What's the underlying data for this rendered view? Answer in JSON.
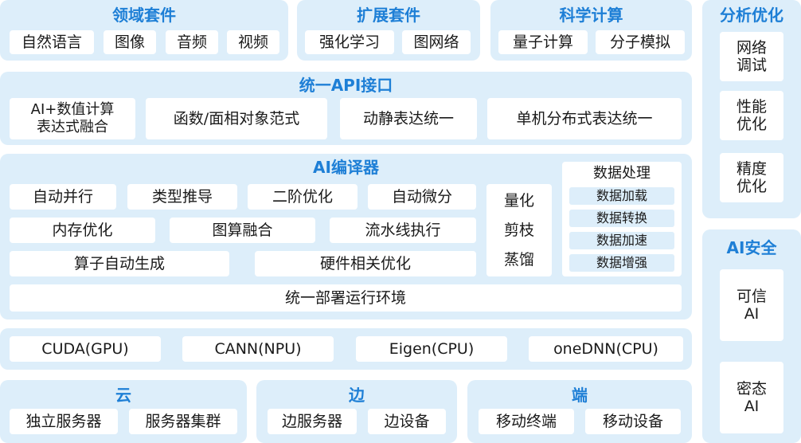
{
  "domain_suites": {
    "title": "领域套件",
    "items": [
      "自然语言",
      "图像",
      "音频",
      "视频"
    ]
  },
  "extension_suites": {
    "title": "扩展套件",
    "items": [
      "强化学习",
      "图网络"
    ]
  },
  "scientific_computing": {
    "title": "科学计算",
    "items": [
      "量子计算",
      "分子模拟"
    ]
  },
  "analysis_optimization": {
    "title": "分析优化",
    "items": [
      "网络\n调试",
      "性能\n优化",
      "精度\n优化"
    ]
  },
  "unified_api": {
    "title": "统一API接口",
    "items": [
      "AI+数值计算\n表达式融合",
      "函数/面相对象范式",
      "动静表达统一",
      "单机分布式表达统一"
    ]
  },
  "ai_compiler": {
    "title": "AI编译器",
    "row1": [
      "自动并行",
      "类型推导",
      "二阶优化",
      "自动微分"
    ],
    "row2": [
      "内存优化",
      "图算融合",
      "流水线执行"
    ],
    "row3": [
      "算子自动生成",
      "硬件相关优化"
    ],
    "compression": [
      "量化",
      "剪枝",
      "蒸馏"
    ],
    "data_processing": {
      "title": "数据处理",
      "items": [
        "数据加载",
        "数据转换",
        "数据加速",
        "数据增强"
      ]
    },
    "runtime": "统一部署运行环境"
  },
  "backends": [
    "CUDA(GPU)",
    "CANN(NPU)",
    "Eigen(CPU)",
    "oneDNN(CPU)"
  ],
  "cloud": {
    "title": "云",
    "items": [
      "独立服务器",
      "服务器集群"
    ]
  },
  "edge": {
    "title": "边",
    "items": [
      "边服务器",
      "边设备"
    ]
  },
  "device": {
    "title": "端",
    "items": [
      "移动终端",
      "移动设备"
    ]
  },
  "ai_security": {
    "title": "AI安全",
    "items": [
      "可信\nAI",
      "密态\nAI"
    ]
  },
  "colors": {
    "title_blue": "#1e7fd6",
    "panel_bg": "#ddeefa",
    "box_bg": "#ffffff"
  }
}
